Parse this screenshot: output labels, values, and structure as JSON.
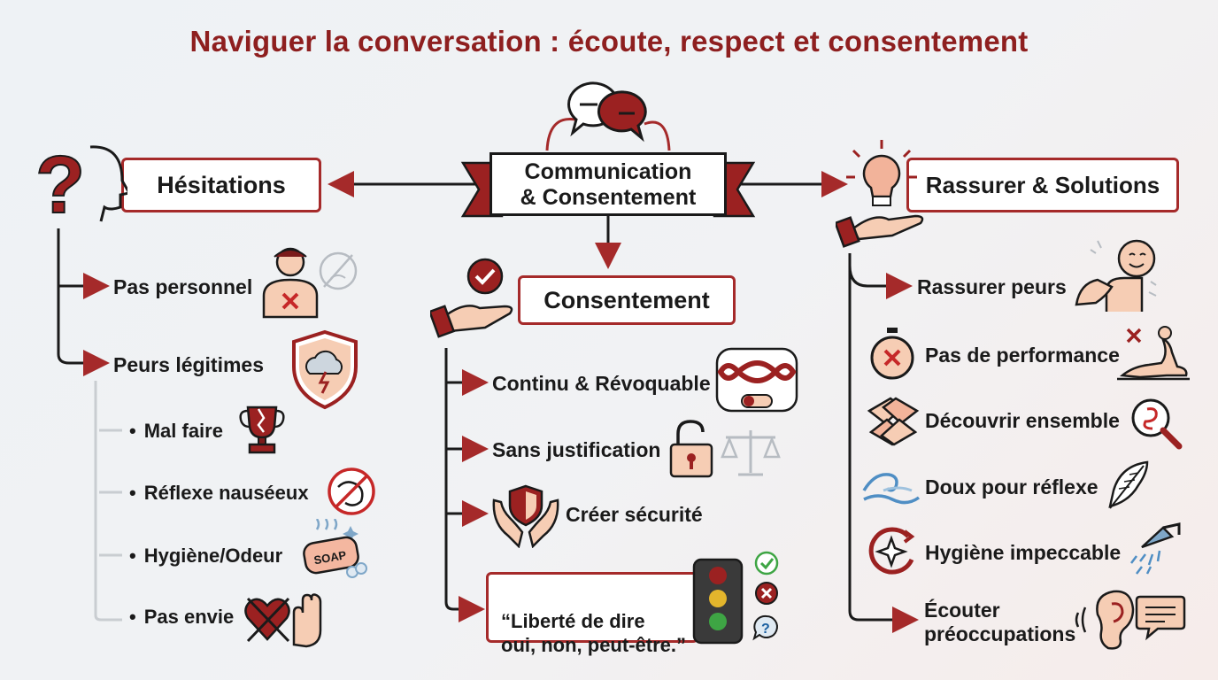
{
  "title": "Naviguer la conversation : écoute, respect et consentement",
  "center": {
    "line1": "Communication",
    "line2": "& Consentement"
  },
  "left": {
    "header": "Hésitations",
    "items": [
      "Pas personnel",
      "Peurs légitimes"
    ],
    "subitems": [
      "Mal faire",
      "Réflexe nauséeux",
      "Hygiène/Odeur",
      "Pas envie"
    ]
  },
  "middle": {
    "header": "Consentement",
    "items": [
      "Continu & Révoquable",
      "Sans justification",
      "Créer sécurité"
    ],
    "quote": "“Liberté de dire\noui, non, peut-être.”"
  },
  "right": {
    "header": "Rassurer & Solutions",
    "items": [
      "Rassurer peurs",
      "Pas de performance",
      "Découvrir ensemble",
      "Doux pour réflexe",
      "Hygiène impeccable",
      "Écouter\npréoccupations"
    ]
  },
  "icons": {
    "soap_label": "SOAP",
    "question_glyph": "?",
    "colors": {
      "accent": "#a52a2a",
      "title": "#8e1f1f",
      "skin": "#f6cdb4",
      "green": "#3ea544",
      "yellow": "#e3b52c"
    }
  }
}
